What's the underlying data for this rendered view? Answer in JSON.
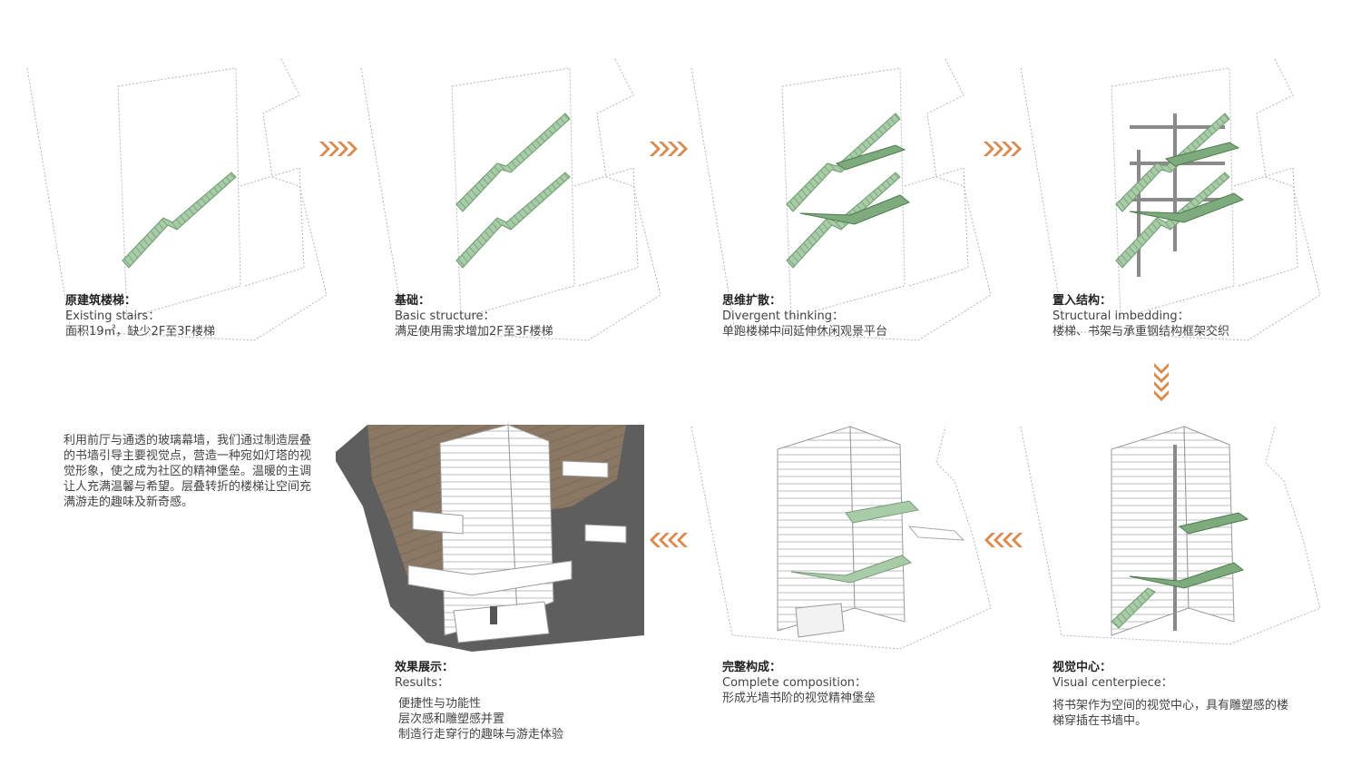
{
  "colors": {
    "arrow": "#d98a4c",
    "stair": "#a8cca8",
    "platform": "#7dab7d",
    "dashed": "#b0b0b0",
    "wood": "#8a7865",
    "ground": "#5e5e5e"
  },
  "steps": [
    {
      "title": "原建筑楼梯：",
      "en": "Existing stairs：",
      "desc": "面积19㎡，缺少2F至3F楼梯"
    },
    {
      "title": "基础：",
      "en": "Basic structure：",
      "desc": "满足使用需求增加2F至3F楼梯"
    },
    {
      "title": "思维扩散：",
      "en": "Divergent thinking：",
      "desc": "单跑楼梯中间延伸休闲观景平台"
    },
    {
      "title": "置入结构：",
      "en": "Structural imbedding：",
      "desc": "楼梯、书架与承重钢结构框架交织"
    },
    {
      "title": "视觉中心：",
      "en": "Visual centerpiece：",
      "desc": "将书架作为空间的视觉中心，具有雕塑感的楼梯穿插在书墙中。"
    },
    {
      "title": "完整构成：",
      "en": "Complete composition：",
      "desc": "形成光墙书阶的视觉精神堡垒"
    },
    {
      "title": "效果展示：",
      "en": "Results：",
      "list": [
        "便捷性与功能性",
        "层次感和雕塑感并置",
        "制造行走穿行的趣味与游走体验"
      ]
    }
  ],
  "intro": "利用前厅与通透的玻璃幕墙，我们通过制造层叠的书墙引导主要视觉点，营造一种宛如灯塔的视觉形象，使之成为社区的精神堡垒。温暖的主调让人充满温馨与希望。层叠转折的楼梯让空间充满游走的趣味及新奇感。"
}
